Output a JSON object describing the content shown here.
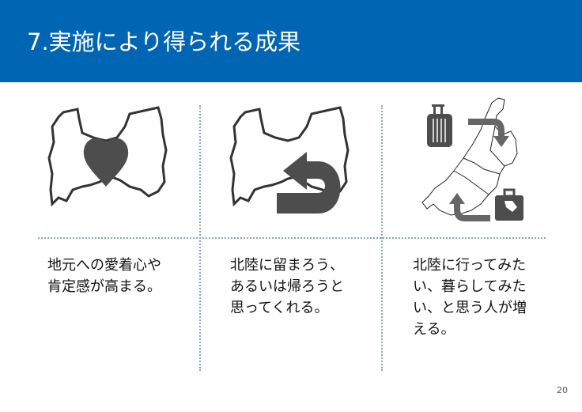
{
  "header": {
    "title": "7.実施により得られる成果"
  },
  "columns": [
    {
      "icon": "toyama-map-heart-icon",
      "text": "地元への愛着心や肯定感が高まる。"
    },
    {
      "icon": "toyama-map-return-arrow-icon",
      "text": "北陸に留まろう、あるいは帰ろうと思ってくれる。"
    },
    {
      "icon": "hokuriku-map-luggage-icon",
      "text": "北陸に行ってみたい、暮らしてみたい、と思う人が増える。"
    }
  ],
  "colors": {
    "header": "#0066b3",
    "icon": "#4d4d4d",
    "divider": "#7fa9d6"
  },
  "footer": {
    "page_number": "20"
  }
}
